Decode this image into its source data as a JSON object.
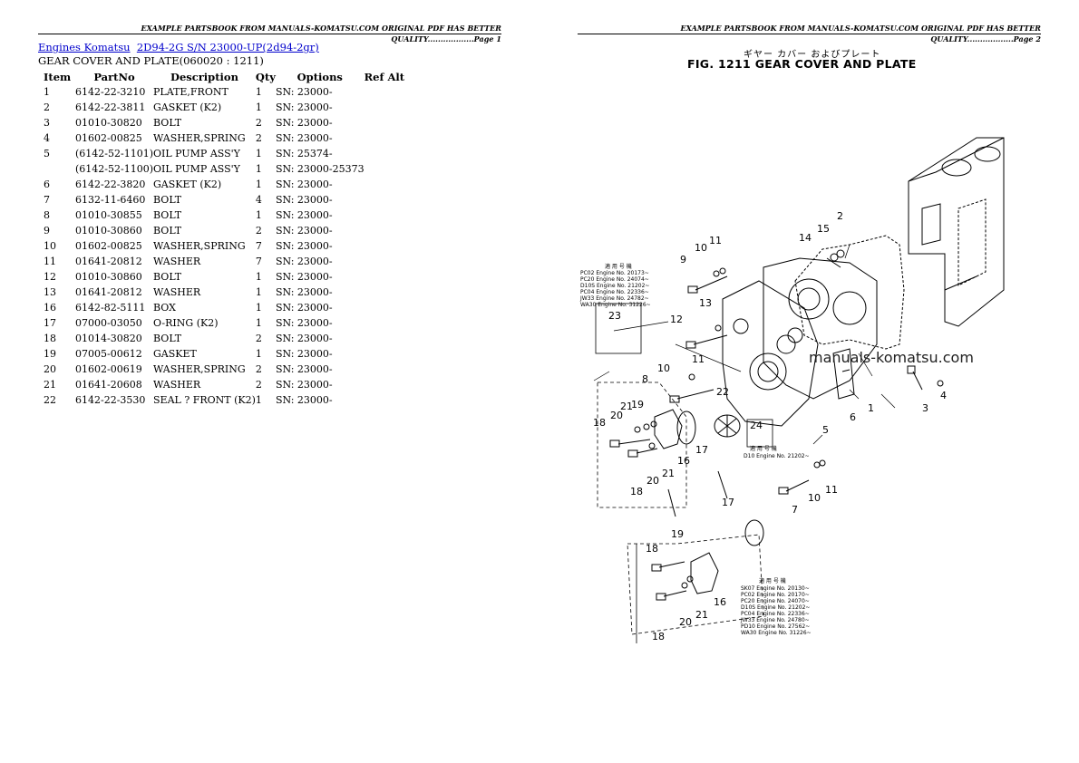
{
  "header": {
    "page1": "EXAMPLE PARTSBOOK FROM MANUALS-KOMATSU.COM ORIGINAL PDF HAS BETTER QUALITY..................Page 1",
    "page2": "EXAMPLE PARTSBOOK FROM MANUALS-KOMATSU.COM ORIGINAL PDF HAS BETTER QUALITY..................Page 2"
  },
  "breadcrumb": {
    "link1": "Engines Komatsu",
    "link2": "2D94-2G S/N 23000-UP(2d94-2gr)"
  },
  "subtitle": "GEAR COVER AND PLATE(060020 : 1211)",
  "table": {
    "headers": {
      "item": "Item",
      "partno": "PartNo",
      "description": "Description",
      "qty": "Qty",
      "options": "Options",
      "refalt": "Ref Alt"
    },
    "rows": [
      {
        "item": "1",
        "partno": "6142-22-3210",
        "desc": "PLATE,FRONT",
        "qty": "1",
        "opt": "SN: 23000-"
      },
      {
        "item": "2",
        "partno": "6142-22-3811",
        "desc": "GASKET (K2)",
        "qty": "1",
        "opt": "SN: 23000-"
      },
      {
        "item": "3",
        "partno": "01010-30820",
        "desc": "BOLT",
        "qty": "2",
        "opt": "SN: 23000-"
      },
      {
        "item": "4",
        "partno": "01602-00825",
        "desc": "WASHER,SPRING",
        "qty": "2",
        "opt": "SN: 23000-"
      },
      {
        "item": "5",
        "partno": "(6142-52-1101)",
        "desc": "OIL PUMP ASS'Y",
        "qty": "1",
        "opt": "SN: 25374-"
      },
      {
        "item": "",
        "partno": "(6142-52-1100)",
        "desc": "OIL PUMP ASS'Y",
        "qty": "1",
        "opt": "SN: 23000-25373"
      },
      {
        "item": "6",
        "partno": "6142-22-3820",
        "desc": "GASKET (K2)",
        "qty": "1",
        "opt": "SN: 23000-"
      },
      {
        "item": "7",
        "partno": "6132-11-6460",
        "desc": "BOLT",
        "qty": "4",
        "opt": "SN: 23000-"
      },
      {
        "item": "8",
        "partno": "01010-30855",
        "desc": "BOLT",
        "qty": "1",
        "opt": "SN: 23000-"
      },
      {
        "item": "9",
        "partno": "01010-30860",
        "desc": "BOLT",
        "qty": "2",
        "opt": "SN: 23000-"
      },
      {
        "item": "10",
        "partno": "01602-00825",
        "desc": "WASHER,SPRING",
        "qty": "7",
        "opt": "SN: 23000-"
      },
      {
        "item": "11",
        "partno": "01641-20812",
        "desc": "WASHER",
        "qty": "7",
        "opt": "SN: 23000-"
      },
      {
        "item": "12",
        "partno": "01010-30860",
        "desc": "BOLT",
        "qty": "1",
        "opt": "SN: 23000-"
      },
      {
        "item": "13",
        "partno": "01641-20812",
        "desc": "WASHER",
        "qty": "1",
        "opt": "SN: 23000-"
      },
      {
        "item": "16",
        "partno": "6142-82-5111",
        "desc": "BOX",
        "qty": "1",
        "opt": "SN: 23000-"
      },
      {
        "item": "17",
        "partno": "07000-03050",
        "desc": "O-RING (K2)",
        "qty": "1",
        "opt": "SN: 23000-"
      },
      {
        "item": "18",
        "partno": "01014-30820",
        "desc": "BOLT",
        "qty": "2",
        "opt": "SN: 23000-"
      },
      {
        "item": "19",
        "partno": "07005-00612",
        "desc": "GASKET",
        "qty": "1",
        "opt": "SN: 23000-"
      },
      {
        "item": "20",
        "partno": "01602-00619",
        "desc": "WASHER,SPRING",
        "qty": "2",
        "opt": "SN: 23000-"
      },
      {
        "item": "21",
        "partno": "01641-20608",
        "desc": "WASHER",
        "qty": "2",
        "opt": "SN: 23000-"
      },
      {
        "item": "22",
        "partno": "6142-22-3530",
        "desc": "SEAL ? FRONT (K2)",
        "qty": "1",
        "opt": "SN: 23000-"
      }
    ]
  },
  "figure": {
    "jp_title": "ギヤー カバー およびプレート",
    "title": "FIG. 1211  GEAR COVER AND PLATE",
    "watermark": "manuals-komatsu.com",
    "table_heading": "適 用 号 機",
    "callouts": [
      "1",
      "2",
      "3",
      "4",
      "5",
      "6",
      "7",
      "8",
      "9",
      "10",
      "11",
      "12",
      "13",
      "14",
      "15",
      "16",
      "17",
      "18",
      "19",
      "20",
      "21",
      "22",
      "23",
      "24"
    ],
    "box_left_rows": [
      "PC02  Engine No. 20173~",
      "PC20  Engine No. 24074~",
      "D10S  Engine No. 21202~",
      "PC04  Engine No. 22336~",
      "JW33  Engine No. 24782~",
      "WA30  Engine No. 31226~"
    ],
    "box_24_rows": [
      "D10  Engine No. 21202~"
    ],
    "box_bottom_rows": [
      "SK07  Engine No. 20130~",
      "PC02  Engine No. 20170~",
      "PC20  Engine No. 24070~",
      "D10S  Engine No. 21202~",
      "PC04  Engine No. 22336~",
      "JW33  Engine No. 24780~",
      "PD10  Engine No. 27562~",
      "WA30  Engine No. 31226~"
    ]
  }
}
